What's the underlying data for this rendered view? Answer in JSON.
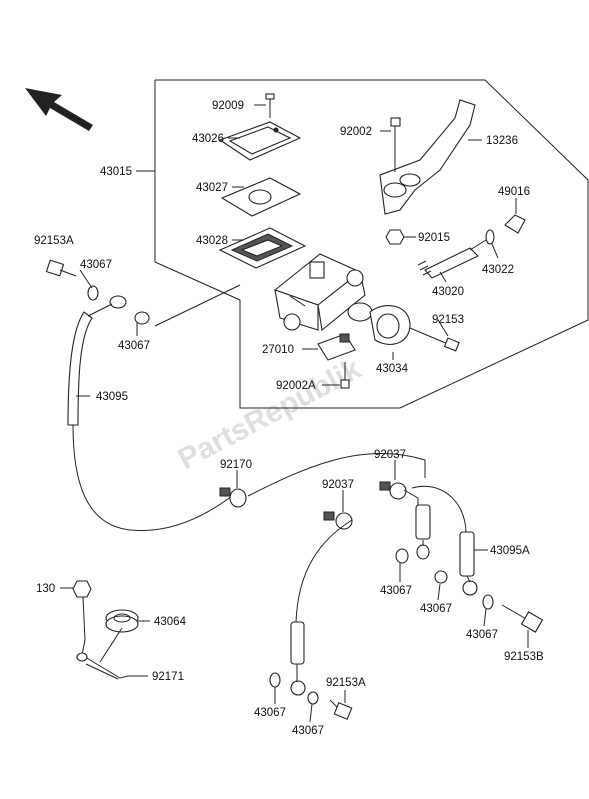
{
  "watermark": "PartsRepublik",
  "part_labels": {
    "p92009": "92009",
    "p43026": "43026",
    "p43015": "43015",
    "p43027": "43027",
    "p43028": "43028",
    "p92002": "92002",
    "p13236": "13236",
    "p49016": "49016",
    "p92015": "92015",
    "p43022": "43022",
    "p43020": "43020",
    "p92153A_top": "92153A",
    "p43067_a": "43067",
    "p43067_b": "43067",
    "p92153": "92153",
    "p27010": "27010",
    "p43034": "43034",
    "p92002A": "92002A",
    "p43095": "43095",
    "p92170": "92170",
    "p92037_a": "92037",
    "p92037_b": "92037",
    "p43095A": "43095A",
    "p43067_c": "43067",
    "p43067_d": "43067",
    "p43067_e": "43067",
    "p92153B": "92153B",
    "p130": "130",
    "p43064": "43064",
    "p92171": "92171",
    "p92153A_bot": "92153A",
    "p43067_f": "43067",
    "p43067_g": "43067"
  }
}
